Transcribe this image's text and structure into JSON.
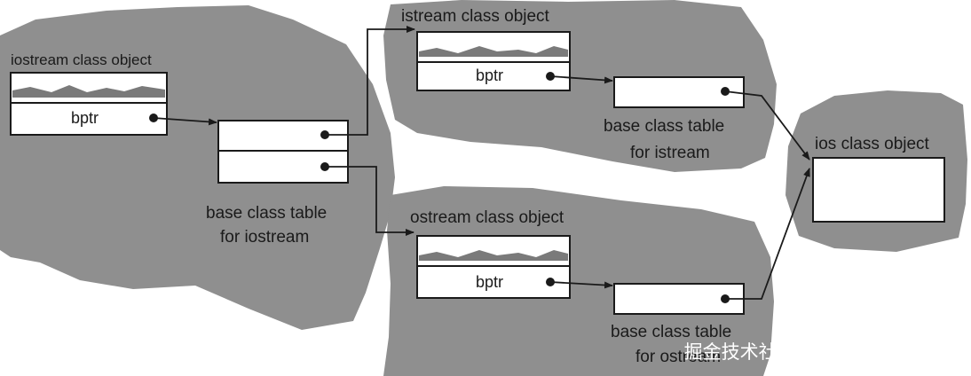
{
  "diagram": {
    "iostream_title": "iostream class object",
    "iostream_bptr": "bptr",
    "iostream_table_label_1": "base class table",
    "iostream_table_label_2": "for iostream",
    "istream_title": "istream class object",
    "istream_bptr": "bptr",
    "istream_table_label_1": "base class table",
    "istream_table_label_2": "for istream",
    "ostream_title": "ostream class object",
    "ostream_bptr": "bptr",
    "ostream_table_label_1": "base class table",
    "ostream_table_label_2": "for ostream",
    "ios_title": "ios class object"
  },
  "watermark": "掘金技术社区 @ 他日若遂凌云志",
  "colors": {
    "region_fill": "#8f8f8f",
    "line": "#1a1a1a",
    "box_fill": "#ffffff",
    "wave_fill": "#7a7a7a"
  }
}
